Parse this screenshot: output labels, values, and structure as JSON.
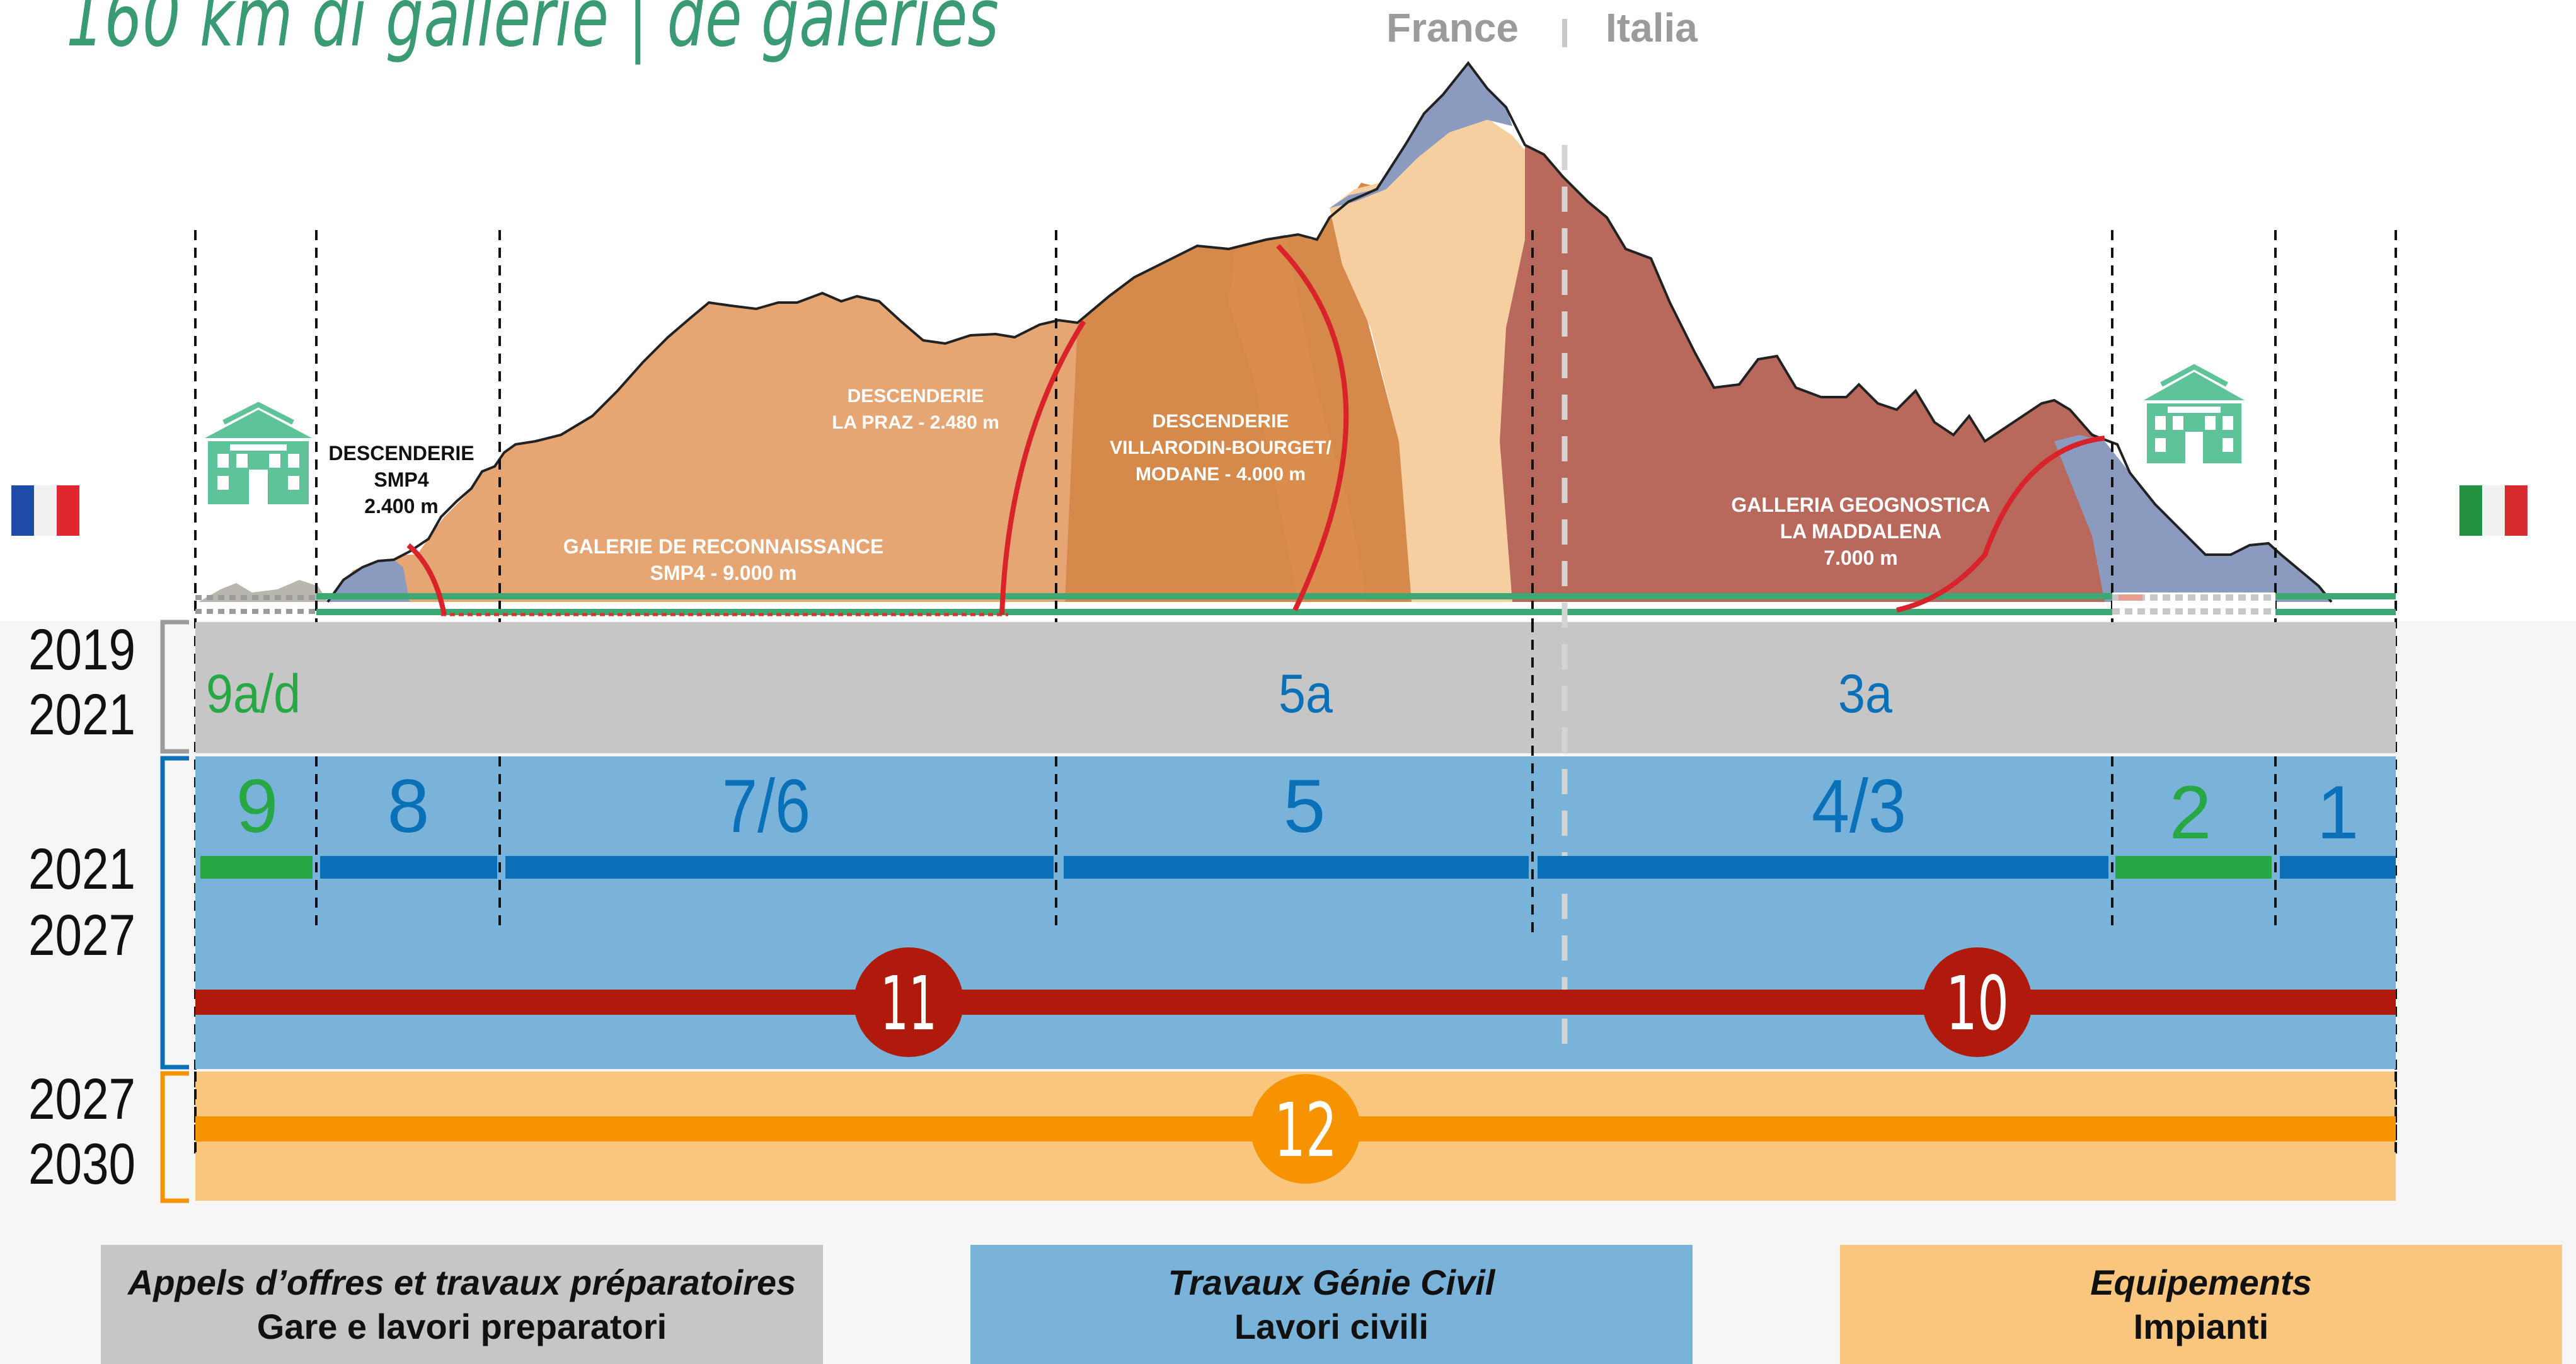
{
  "title": "160 km di gallerie | de galeries",
  "countries": {
    "left": "France",
    "right": "Italia"
  },
  "colors": {
    "title_green": "#3a9a74",
    "band_gray": "#c6c6c6",
    "band_blue": "#7ab3d9",
    "band_orange": "#f9c67e",
    "lot_blue": "#0a71b8",
    "lot_green": "#27a844",
    "line_red": "#b01a0c",
    "line_orange": "#f79300"
  },
  "labels": {
    "smp4_shaft": [
      "DESCENDERIE",
      "SMP4",
      "2.400 m"
    ],
    "la_praz": [
      "DESCENDERIE",
      "LA PRAZ - 2.480 m"
    ],
    "villarodin": [
      "DESCENDERIE",
      "VILLARODIN-BOURGET/",
      "MODANE  - 4.000 m"
    ],
    "smp4_gallery": [
      "GALERIE DE RECONNAISSANCE",
      "SMP4 - 9.000 m"
    ],
    "maddalena": [
      "GALLERIA GEOGNOSTICA",
      "LA MADDALENA",
      "7.000 m"
    ]
  },
  "periods": [
    {
      "from": "2019",
      "to": "2021"
    },
    {
      "from": "2021",
      "to": "2027"
    },
    {
      "from": "2027",
      "to": "2030"
    }
  ],
  "lots_2019": [
    "9a/d",
    "5a",
    "3a"
  ],
  "lots_2021": [
    "9",
    "8",
    "7/6",
    "5",
    "4/3",
    "2",
    "1"
  ],
  "lines": {
    "red_left": "11",
    "red_right": "10",
    "orange": "12"
  },
  "legend": [
    {
      "line1": "Appels d’offres et travaux préparatoires",
      "line2": "Gare e lavori preparatori"
    },
    {
      "line1": "Travaux Génie Civil",
      "line2": "Lavori civili"
    },
    {
      "line1": "Equipements",
      "line2": "Impianti"
    }
  ]
}
